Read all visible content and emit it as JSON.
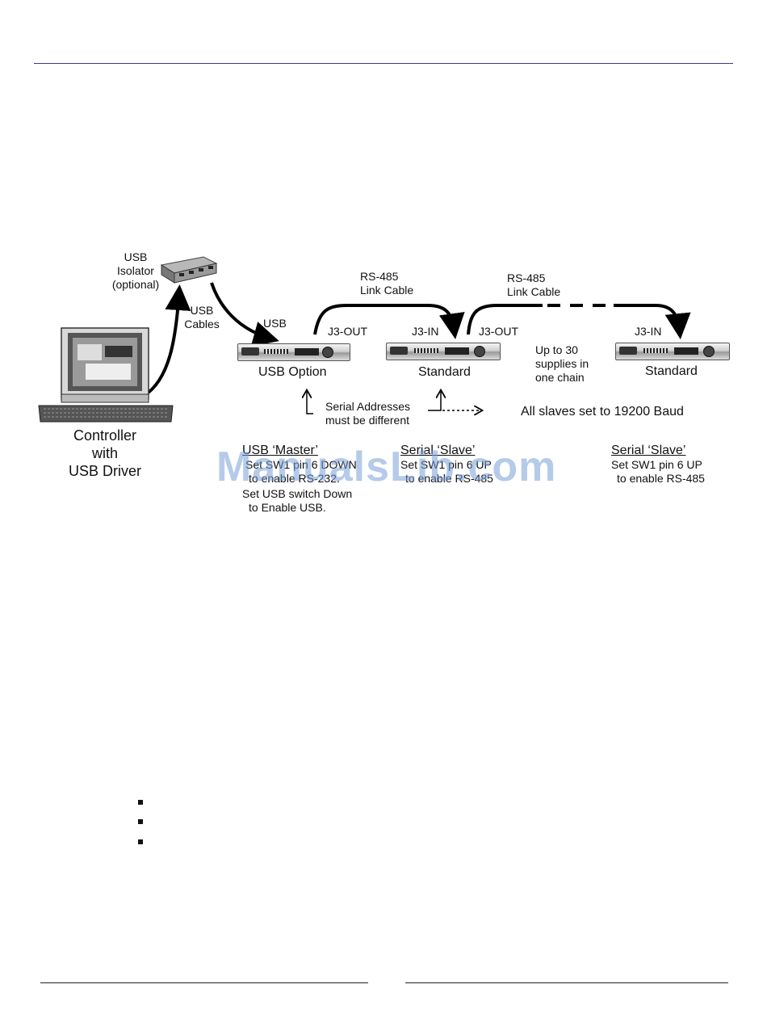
{
  "labels": {
    "usb_isolator": "USB",
    "usb_isolator_2": "Isolator",
    "usb_isolator_3": "(optional)",
    "usb_cables_1": "USB",
    "usb_cables_2": "Cables",
    "usb_small": "USB",
    "rs485_a_1": "RS-485",
    "rs485_a_2": "Link Cable",
    "rs485_b_1": "RS-485",
    "rs485_b_2": "Link Cable",
    "j3out_1": "J3-OUT",
    "j3in_1": "J3-IN",
    "j3out_2": "J3-OUT",
    "j3in_2": "J3-IN",
    "usb_option": "USB Option",
    "standard_1": "Standard",
    "standard_2": "Standard",
    "up_to_1": "Up to 30",
    "up_to_2": "supplies in",
    "up_to_3": "one chain",
    "serial_addr_1": "Serial Addresses",
    "serial_addr_2": "must be different",
    "all_slaves": "All slaves set to 19200 Baud",
    "controller_1": "Controller",
    "controller_2": "with",
    "controller_3": "USB Driver",
    "master_title": "USB ‘Master’",
    "master_1": "Set SW1 pin 6 DOWN",
    "master_2": "to enable RS-232.",
    "master_3": "Set USB switch Down",
    "master_4": "to Enable USB.",
    "slave1_title": "Serial ‘Slave’",
    "slave1_1": "Set SW1 pin 6 UP",
    "slave1_2": "to enable RS-485",
    "slave2_title": "Serial ‘Slave’",
    "slave2_1": "Set SW1 pin 6 UP",
    "slave2_2": "to enable RS-485",
    "watermark": "ManualsLib.com"
  },
  "colors": {
    "rule_top": "#3a3a8c",
    "watermark": "#78a0d7"
  },
  "icons": [
    "usb-isolator-icon",
    "computer-icon",
    "keyboard-icon",
    "power-supply-icon"
  ]
}
